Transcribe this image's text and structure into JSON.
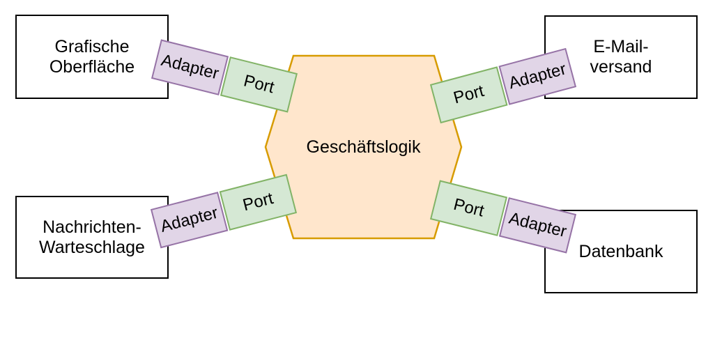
{
  "colors": {
    "background": "#FFFFFF",
    "text": "#000000",
    "hex_fill": "#FFE6CC",
    "hex_stroke": "#D79B00",
    "port_fill": "#D5E8D4",
    "port_stroke": "#82B366",
    "adapter_fill": "#E1D5E7",
    "adapter_stroke": "#9673A6",
    "box_fill": "#FFFFFF",
    "box_stroke": "#000000"
  },
  "diagram": {
    "hexagon_label": "Geschäftslogik",
    "port_label": "Port",
    "adapter_label": "Adapter",
    "nodes": {
      "gui": {
        "line1": "Grafische",
        "line2": "Oberfläche"
      },
      "email": {
        "line1": "E-Mail-",
        "line2": "versand"
      },
      "queue": {
        "line1": "Nachrichten-",
        "line2": "Warteschlage"
      },
      "database": {
        "line1": "Datenbank"
      }
    }
  }
}
